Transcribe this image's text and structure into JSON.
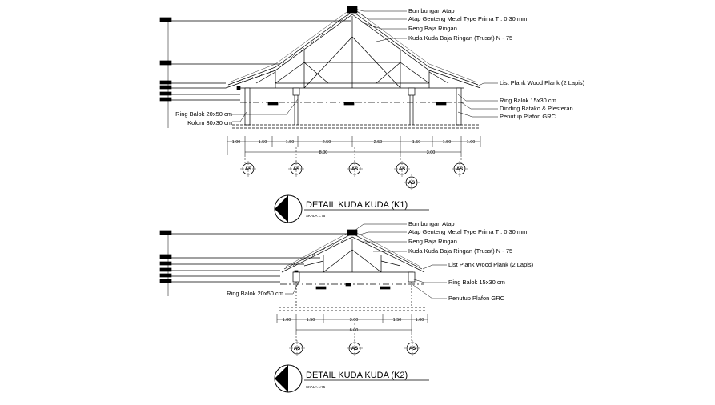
{
  "k1": {
    "title": "DETAIL KUDA KUDA (K1)",
    "scale": "SKALA 1:75",
    "labels_right": [
      "Bumbungan Atap",
      "Atap Genteng Metal Type Prima T : 0.30 mm",
      "Reng Baja Ringan",
      "Kuda Kuda Baja Ringan (Trusst) N - 75",
      "List Plank Wood Plank (2 Lapis)",
      "Ring Balok  15x30 cm",
      "Dinding Batako & Plesteran",
      "Penutup Plafon GRC"
    ],
    "labels_left": [
      "Ring Balok 20x50 cm",
      "Kolom 30x30 cm"
    ],
    "dims_top": [
      "1.00",
      "1.50",
      "1.50",
      "2.50",
      "2.50",
      "1.50",
      "1.50",
      "1.00"
    ],
    "dims_bottom": [
      "8.00",
      "3.00"
    ],
    "axis_label": "AS"
  },
  "k2": {
    "title": "DETAIL KUDA KUDA (K2)",
    "scale": "SKALA 1:75",
    "labels_right": [
      "Bumbungan Atap",
      "Atap Genteng Metal Type Prima T : 0.30 mm",
      "Reng Baja Ringan",
      "Kuda Kuda Baja Ringan (Trusst) N - 75",
      "List Plank Wood Plank (2 Lapis)",
      "Ring Balok  15x30 cm",
      "Penutup Plafon GRC"
    ],
    "labels_left": [
      "Ring Balok 20x50 cm"
    ],
    "dims_top": [
      "1.00",
      "1.50",
      "3.00",
      "1.50",
      "1.00"
    ],
    "dims_bottom": [
      "6.00"
    ],
    "axis_label": "AS"
  }
}
